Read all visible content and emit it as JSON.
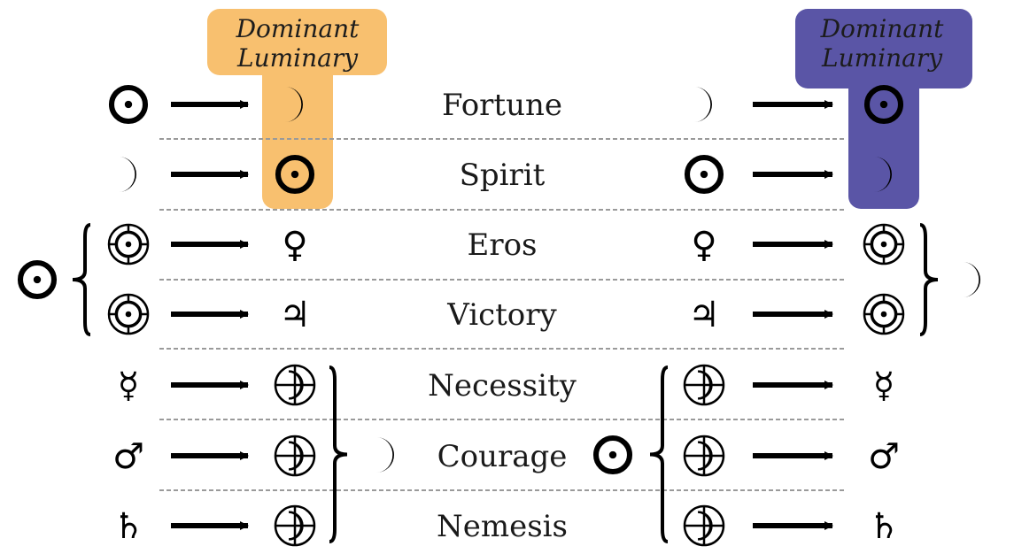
{
  "header_left": {
    "line1": "Dominant",
    "line2": "Luminary",
    "color": "#F8C06F"
  },
  "header_right": {
    "line1": "Dominant",
    "line2": "Luminary",
    "color": "#5A55A6"
  },
  "lots": [
    {
      "name": "Fortune",
      "day_from": "sun-icon",
      "day_to": "moon-icon",
      "night_from": "moon-icon",
      "night_to": "sun-icon"
    },
    {
      "name": "Spirit",
      "day_from": "moon-icon",
      "day_to": "sun-icon",
      "night_from": "sun-icon",
      "night_to": "moon-icon"
    },
    {
      "name": "Eros",
      "day_from": "lot-spirit-icon",
      "day_to": "venus-icon",
      "night_from": "venus-icon",
      "night_to": "lot-spirit-icon"
    },
    {
      "name": "Victory",
      "day_from": "lot-spirit-icon",
      "day_to": "jupiter-icon",
      "night_from": "jupiter-icon",
      "night_to": "lot-spirit-icon"
    },
    {
      "name": "Necessity",
      "day_from": "mercury-icon",
      "day_to": "lot-fortune-icon",
      "night_from": "lot-fortune-icon",
      "night_to": "mercury-icon"
    },
    {
      "name": "Courage",
      "day_from": "mars-icon",
      "day_to": "lot-fortune-icon",
      "night_from": "lot-fortune-icon",
      "night_to": "mars-icon"
    },
    {
      "name": "Nemesis",
      "day_from": "saturn-icon",
      "day_to": "lot-fortune-icon",
      "night_from": "lot-fortune-icon",
      "night_to": "saturn-icon"
    }
  ],
  "groups": [
    {
      "side": "left",
      "rows": [
        2,
        3
      ],
      "luminary": "sun-icon",
      "brace_opens": "right"
    },
    {
      "side": "right",
      "rows": [
        2,
        3
      ],
      "luminary": "moon-icon",
      "brace_opens": "left"
    },
    {
      "side": "left",
      "rows": [
        4,
        6
      ],
      "luminary": "moon-icon",
      "brace_opens": "left"
    },
    {
      "side": "right",
      "rows": [
        4,
        6
      ],
      "luminary": "sun-icon",
      "brace_opens": "right"
    }
  ],
  "glyphs": {
    "venus-icon": "♀",
    "jupiter-icon": "♃",
    "mercury-icon": "☿",
    "mars-icon": "♂",
    "saturn-icon": "♄"
  }
}
